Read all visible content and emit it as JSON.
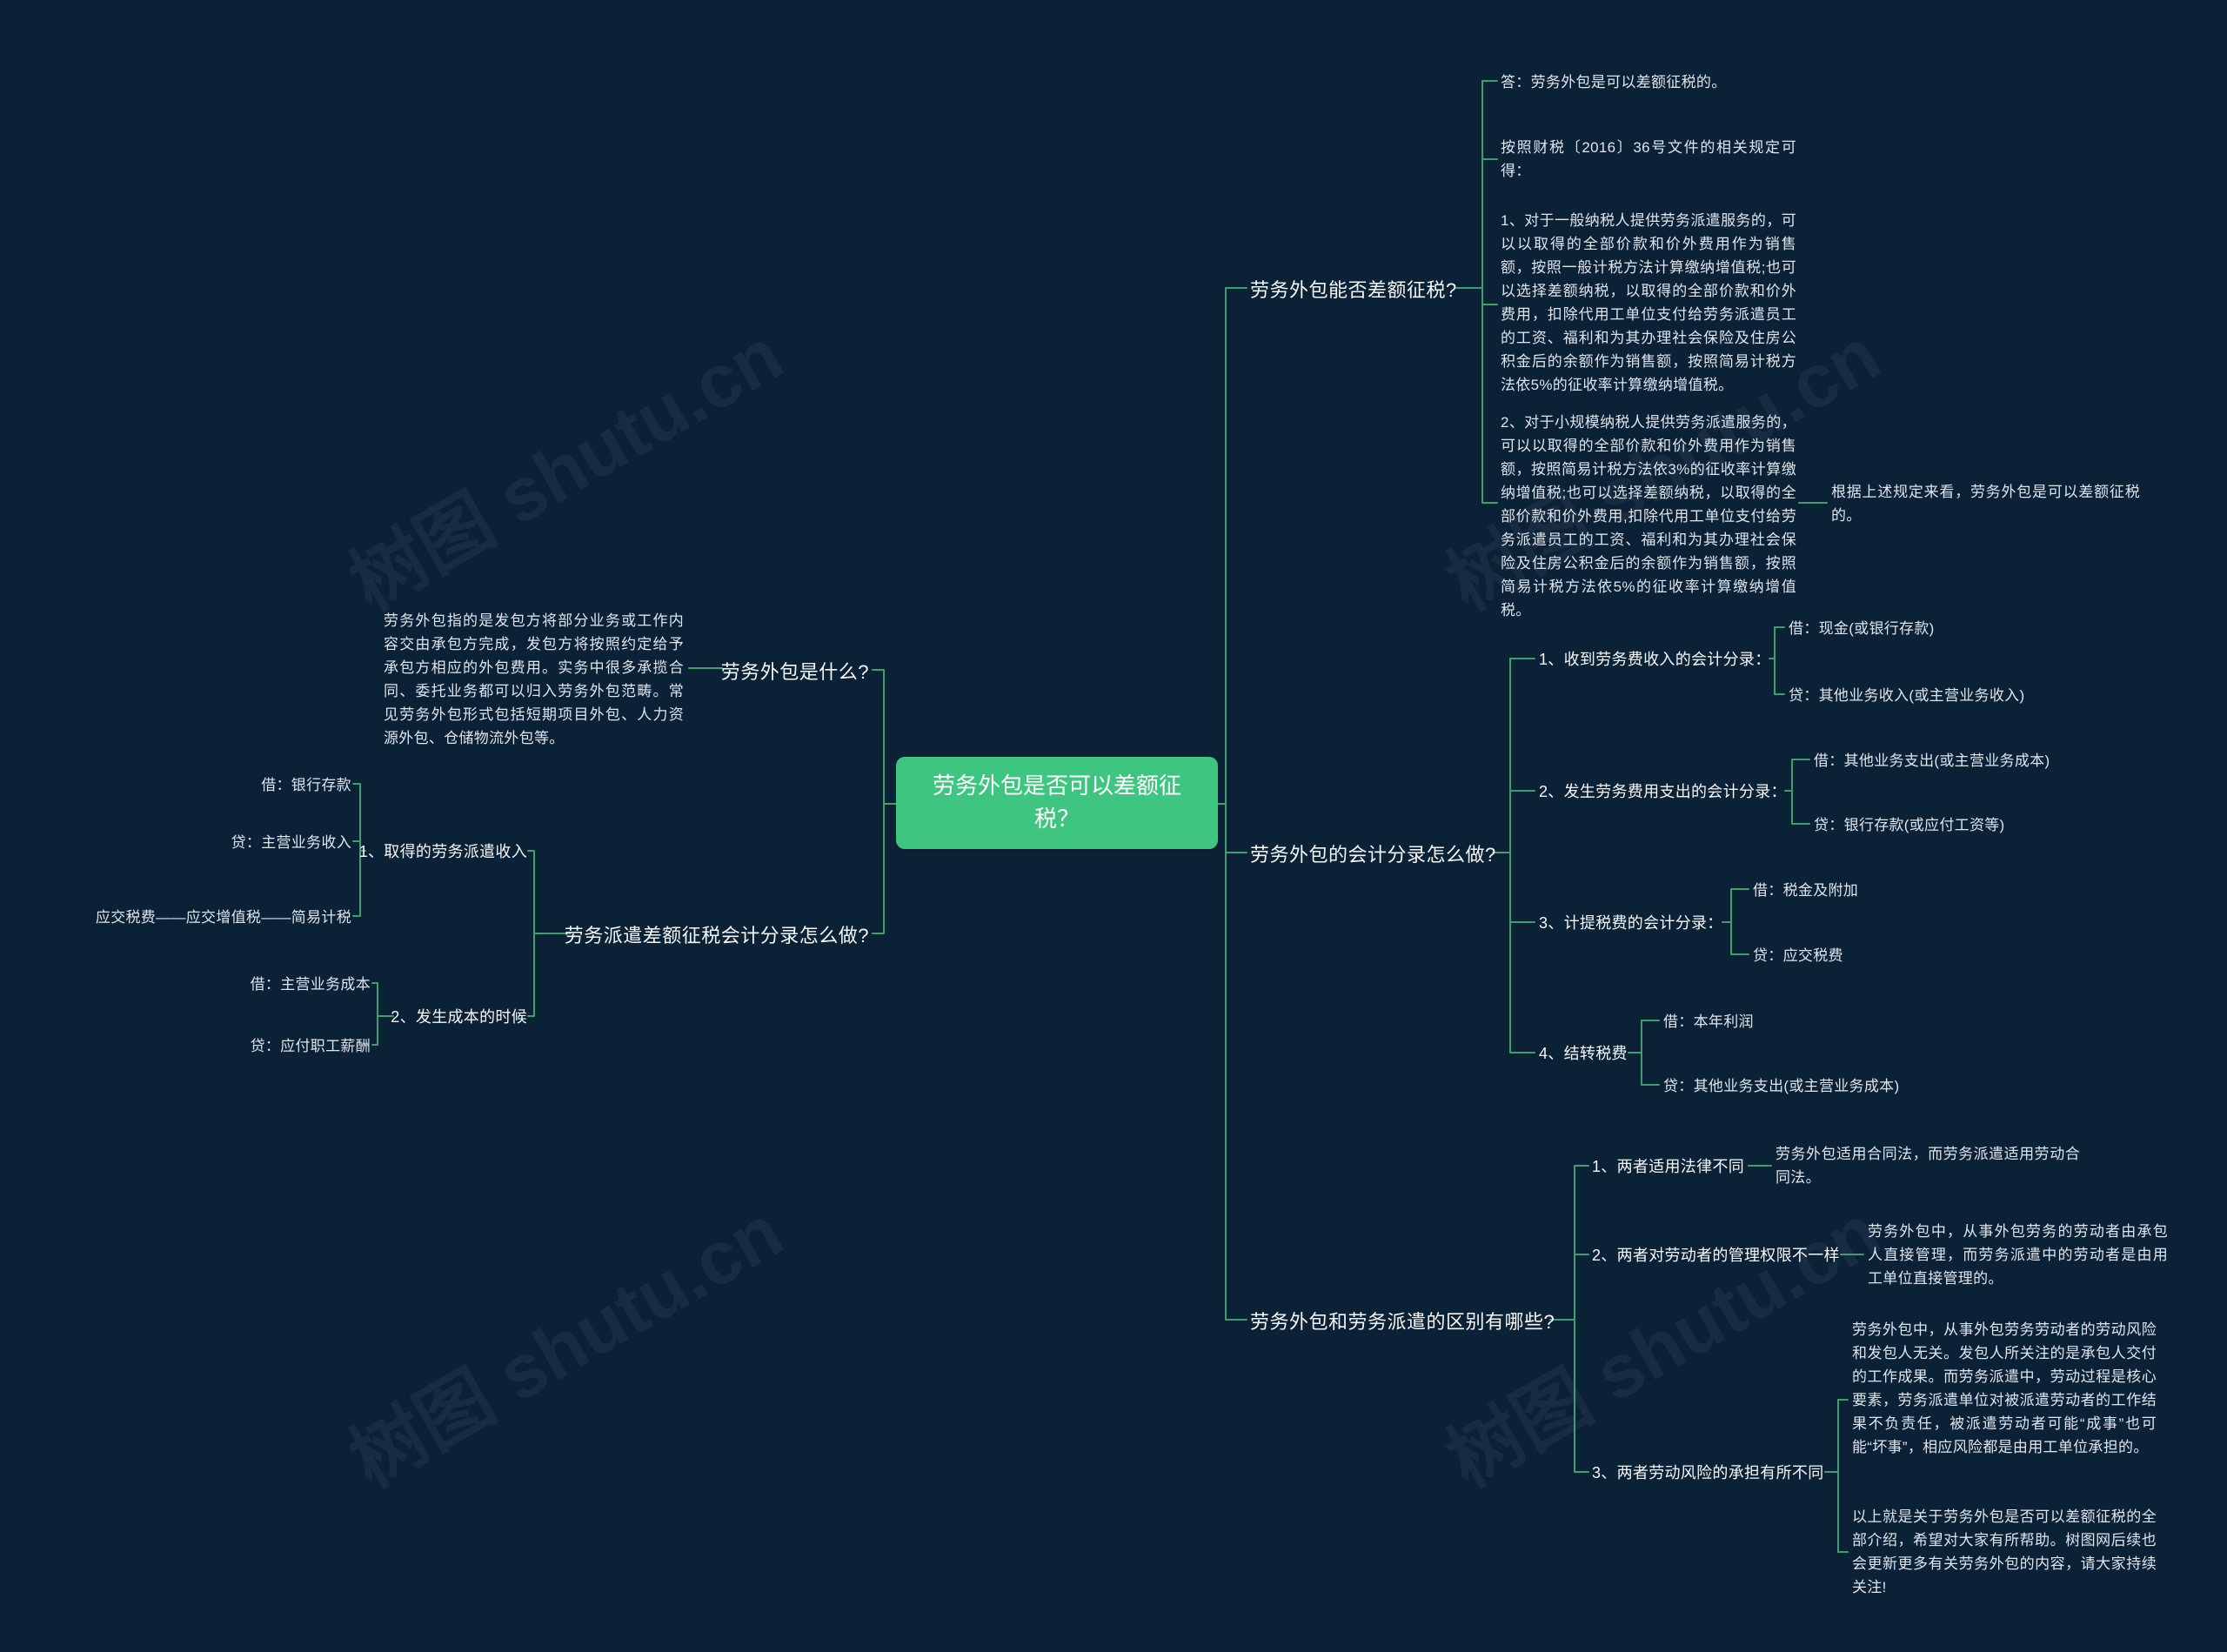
{
  "colors": {
    "background": "#0b2136",
    "node_green": "#3ec57f",
    "line_green": "#3f9e6e",
    "text_primary": "#f5f8fa",
    "text_secondary": "#dde5ed"
  },
  "watermark": "树图 shutu.cn",
  "central": {
    "title": "劳务外包是否可以差额征税？"
  },
  "left": {
    "what_is": {
      "label": "劳务外包是什么?",
      "definition": "劳务外包指的是发包方将部分业务或工作内容交由承包方完成，发包方将按照约定给予承包方相应的外包费用。实务中很多承揽合同、委托业务都可以归入劳务外包范畴。常见劳务外包形式包括短期项目外包、人力资源外包、仓储物流外包等。"
    },
    "dispatch": {
      "label": "劳务派遣差额征税会计分录怎么做?",
      "income": {
        "label": "1、取得的劳务派遣收入",
        "debit": "借：银行存款",
        "credit": "贷：主营业务收入",
        "tax": "应交税费——应交增值税——简易计税"
      },
      "cost": {
        "label": "2、发生成本的时候",
        "debit": "借：主营业务成本",
        "credit": "贷：应付职工薪酬"
      }
    }
  },
  "right": {
    "can_diff": {
      "label": "劳务外包能否差额征税?",
      "answer": "答：劳务外包是可以差额征税的。",
      "basis": "按照财税〔2016〕36号文件的相关规定可得：",
      "rule_general": "1、对于一般纳税人提供劳务派遣服务的，可以以取得的全部价款和价外费用作为销售额，按照一般计税方法计算缴纳增值税;也可以选择差额纳税，以取得的全部价款和价外费用，扣除代用工单位支付给劳务派遣员工的工资、福利和为其办理社会保险及住房公积金后的余额作为销售额，按照简易计税方法依5%的征收率计算缴纳增值税。",
      "rule_small": "2、对于小规模纳税人提供劳务派遣服务的，可以以取得的全部价款和价外费用作为销售额，按照简易计税方法依3%的征收率计算缴纳增值税;也可以选择差额纳税，以取得的全部价款和价外费用,扣除代用工单位支付给劳务派遣员工的工资、福利和为其办理社会保险及住房公积金后的余额作为销售额，按照简易计税方法依5%的征收率计算缴纳增值税。",
      "conclusion": "根据上述规定来看，劳务外包是可以差额征税的。"
    },
    "entries": {
      "label": "劳务外包的会计分录怎么做?",
      "income": {
        "label": "1、收到劳务费收入的会计分录：",
        "debit": "借：现金(或银行存款)",
        "credit": "贷：其他业务收入(或主营业务收入)"
      },
      "expense": {
        "label": "2、发生劳务费用支出的会计分录：",
        "debit": "借：其他业务支出(或主营业务成本)",
        "credit": "贷：银行存款(或应付工资等)"
      },
      "accrual": {
        "label": "3、计提税费的会计分录：",
        "debit": "借：税金及附加",
        "credit": "贷：应交税费"
      },
      "carryover": {
        "label": "4、结转税费",
        "debit": "借：本年利润",
        "credit": "贷：其他业务支出(或主营业务成本)"
      }
    },
    "diff": {
      "label": "劳务外包和劳务派遣的区别有哪些?",
      "law": {
        "label": "1、两者适用法律不同",
        "note": "劳务外包适用合同法，而劳务派遣适用劳动合同法。"
      },
      "manage": {
        "label": "2、两者对劳动者的管理权限不一样",
        "note": "劳务外包中，从事外包劳务的劳动者由承包人直接管理，而劳务派遣中的劳动者是由用工单位直接管理的。"
      },
      "risk": {
        "label": "3、两者劳动风险的承担有所不同",
        "note": "劳务外包中，从事外包劳务劳动者的劳动风险和发包人无关。发包人所关注的是承包人交付的工作成果。而劳务派遣中，劳动过程是核心要素，劳务派遣单位对被派遣劳动者的工作结果不负责任，被派遣劳动者可能“成事”也可能“坏事”，相应风险都是由用工单位承担的。",
        "summary": "以上就是关于劳务外包是否可以差额征税的全部介绍，希望对大家有所帮助。树图网后续也会更新更多有关劳务外包的内容，请大家持续关注!"
      }
    }
  }
}
